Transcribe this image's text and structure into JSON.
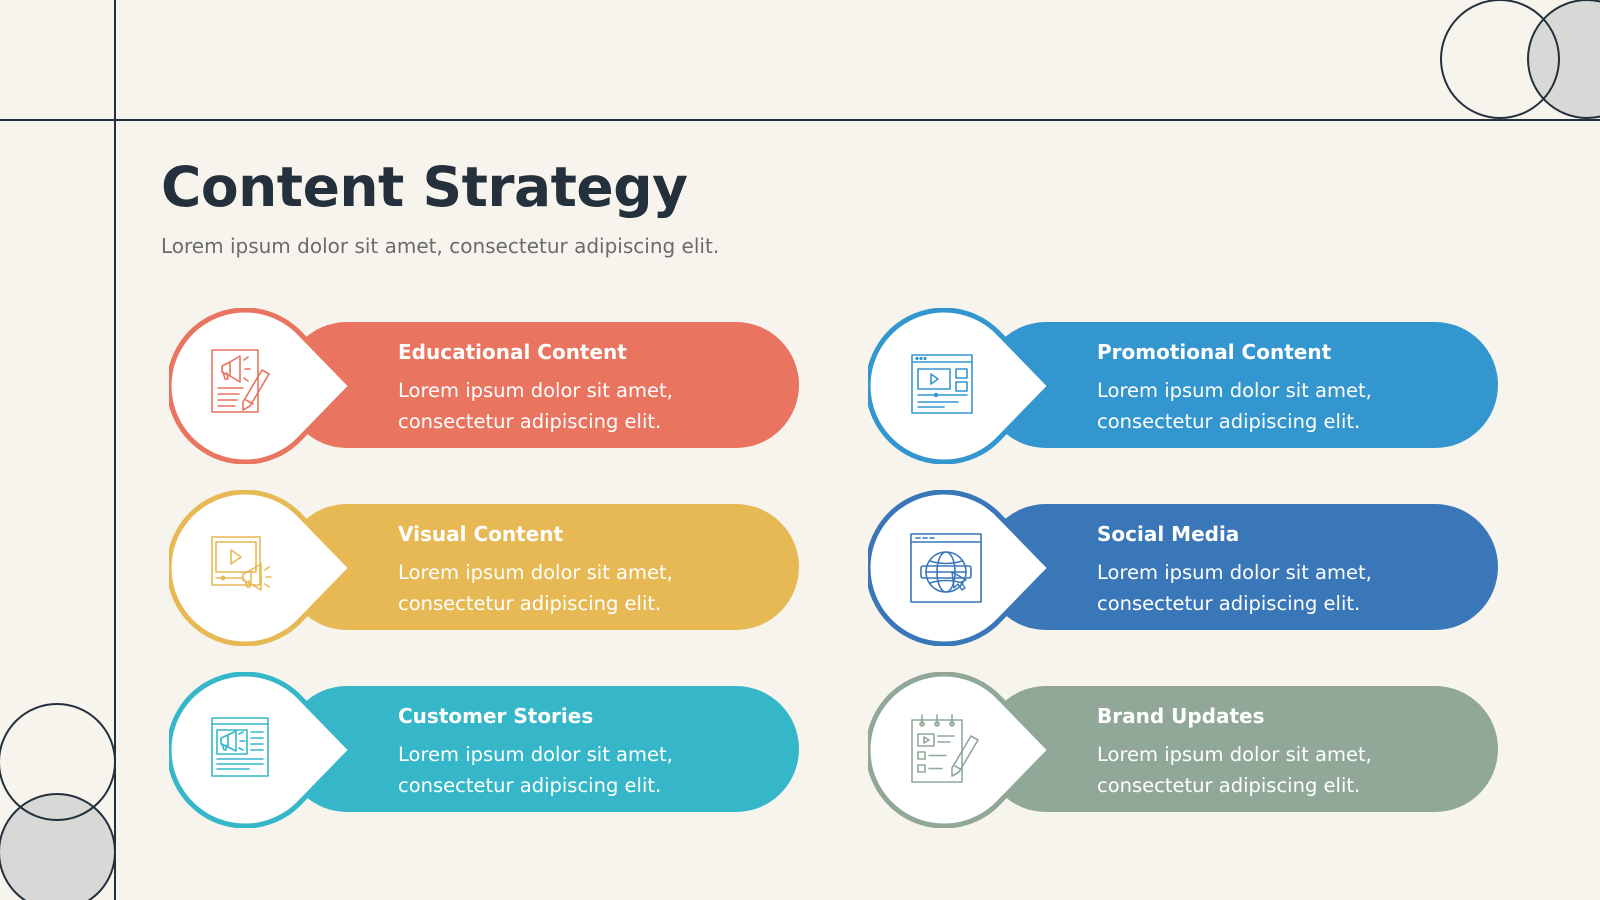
{
  "header": {
    "title": "Content Strategy",
    "subtitle": "Lorem ipsum dolor sit amet, consectetur adipiscing elit."
  },
  "items": [
    {
      "title": "Educational Content",
      "line1": "Lorem ipsum dolor sit amet,",
      "line2": "consectetur adipiscing elit.",
      "color": "#e9745f",
      "icon": "newspaper-megaphone-pencil-icon"
    },
    {
      "title": "Promotional Content",
      "line1": "Lorem ipsum dolor sit amet,",
      "line2": "consectetur adipiscing elit.",
      "color": "#3496cf",
      "icon": "browser-video-grid-icon"
    },
    {
      "title": "Visual Content",
      "line1": "Lorem ipsum dolor sit amet,",
      "line2": "consectetur adipiscing elit.",
      "color": "#e7b955",
      "icon": "video-screen-megaphone-icon"
    },
    {
      "title": "Social Media",
      "line1": "Lorem ipsum dolor sit amet,",
      "line2": "consectetur adipiscing elit.",
      "color": "#3a77b9",
      "icon": "browser-globe-cursor-icon"
    },
    {
      "title": "Customer Stories",
      "line1": "Lorem ipsum dolor sit amet,",
      "line2": "consectetur adipiscing elit.",
      "color": "#36b7c9",
      "icon": "article-megaphone-icon"
    },
    {
      "title": "Brand Updates",
      "line1": "Lorem ipsum dolor sit amet,",
      "line2": "consectetur adipiscing elit.",
      "color": "#91a899",
      "icon": "calendar-checklist-pencil-icon"
    }
  ],
  "colors": {
    "background": "#f7f4ee",
    "ink": "#24313c",
    "subtitle": "#6b6b6b",
    "deco_fill": "#d8d9d6"
  }
}
